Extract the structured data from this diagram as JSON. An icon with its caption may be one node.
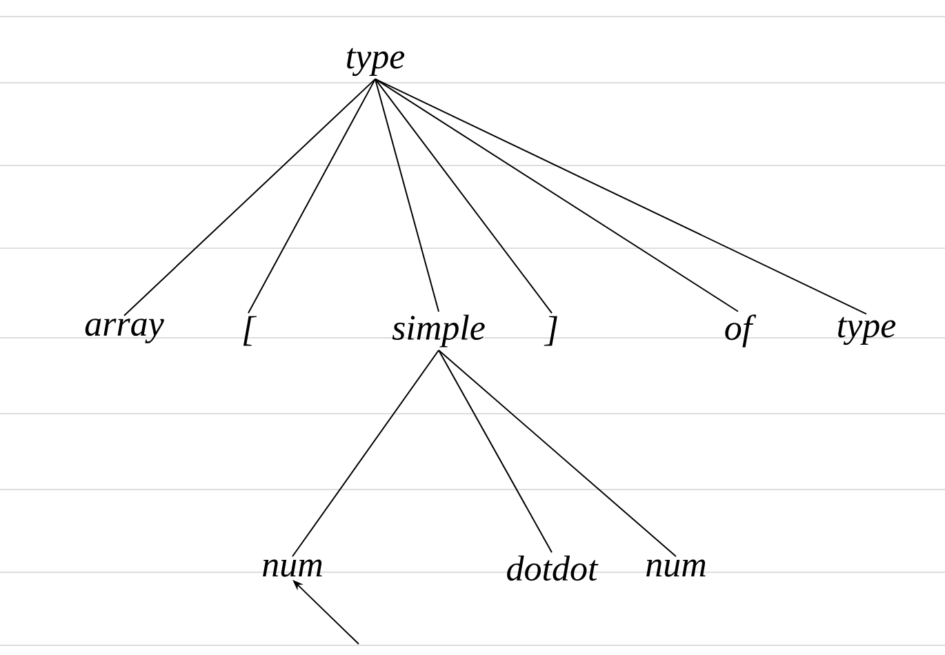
{
  "diagram": {
    "nodes": [
      {
        "text": [
          "type"
        ]
      },
      {
        "text": [
          "array"
        ]
      },
      {
        "text": [
          "["
        ]
      },
      {
        "text": [
          "simple"
        ]
      },
      {
        "text": [
          "]"
        ]
      },
      {
        "text": [
          "of"
        ]
      },
      {
        "text": [
          "type"
        ]
      },
      {
        "text": [
          "num"
        ]
      },
      {
        "text": [
          "dotdot"
        ]
      },
      {
        "text": [
          "num"
        ]
      }
    ],
    "edges": [
      {
        "from": 0,
        "to": 1,
        "arrow": "none"
      },
      {
        "from": 0,
        "to": 2,
        "arrow": "none"
      },
      {
        "from": 0,
        "to": 3,
        "arrow": "none"
      },
      {
        "from": 0,
        "to": 4,
        "arrow": "none"
      },
      {
        "from": 0,
        "to": 5,
        "arrow": "none"
      },
      {
        "from": 0,
        "to": 6,
        "arrow": "none"
      },
      {
        "from": 3,
        "to": 7,
        "arrow": "none"
      },
      {
        "from": 3,
        "to": 8,
        "arrow": "none"
      },
      {
        "from": 3,
        "to": 9,
        "arrow": "none"
      },
      {
        "from": null,
        "to": 7,
        "arrow": "to"
      }
    ]
  }
}
